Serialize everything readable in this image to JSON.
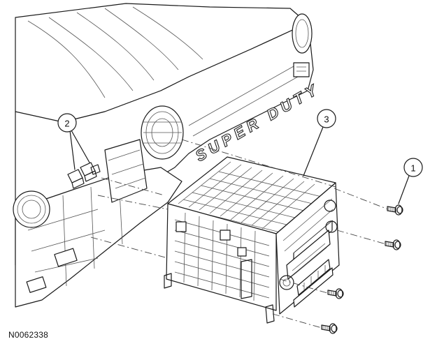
{
  "figure": {
    "id_label": "N0062338",
    "emblem_text": "SUPER DUTY"
  },
  "callouts": [
    {
      "number": "1",
      "refers_to": "screws"
    },
    {
      "number": "2",
      "refers_to": "electrical-connectors"
    },
    {
      "number": "3",
      "refers_to": "audio-unit"
    }
  ]
}
